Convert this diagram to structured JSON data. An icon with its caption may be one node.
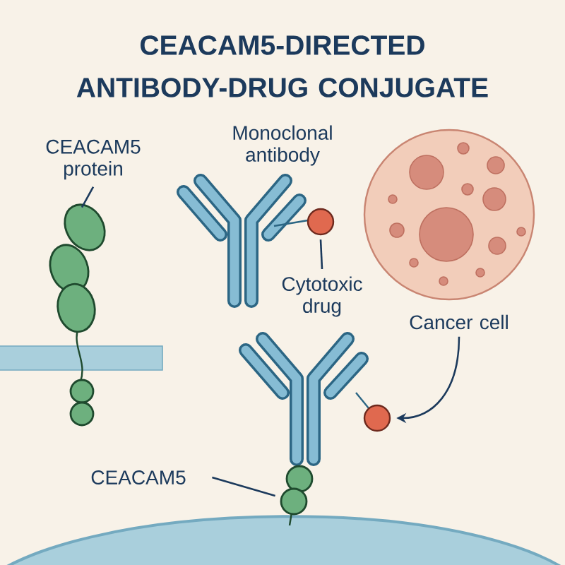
{
  "diagram": {
    "title": "CEACAM5-DIRECTED ANTIBODY-DRUG CONJUGATE",
    "nodes": [
      {
        "text": [
          "CEACAM5 protein"
        ]
      },
      {
        "text": [],
        "shape": "picture"
      },
      {
        "text": [],
        "shape": "circle"
      },
      {
        "text": [
          "Cytotoxic drug"
        ]
      },
      {
        "text": [
          "Cancer cell"
        ]
      },
      {
        "text": [],
        "shape": "circle"
      },
      {
        "text": [
          "CEACAM5"
        ]
      },
      {
        "text": [],
        "shape": "picture"
      }
    ],
    "edges": [
      {
        "from": 0,
        "to": 1,
        "arrow": "none"
      },
      {
        "from": 3,
        "to": 2,
        "arrow": "none"
      },
      {
        "from": 4,
        "to": 5,
        "arrow": "to"
      },
      {
        "from": 6,
        "to": 7,
        "arrow": "none"
      }
    ],
    "labels": [
      "Monoclonal antibody"
    ]
  }
}
